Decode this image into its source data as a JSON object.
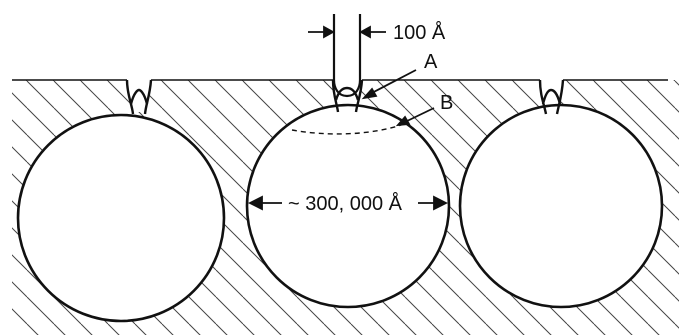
{
  "diagram": {
    "labels": {
      "pore_width": "100 Å",
      "label_a": "A",
      "label_b": "B",
      "cavity_diameter": "~ 300, 000 Å"
    },
    "colors": {
      "ink": "#111111",
      "background": "#ffffff",
      "hatch": "#444444"
    }
  }
}
